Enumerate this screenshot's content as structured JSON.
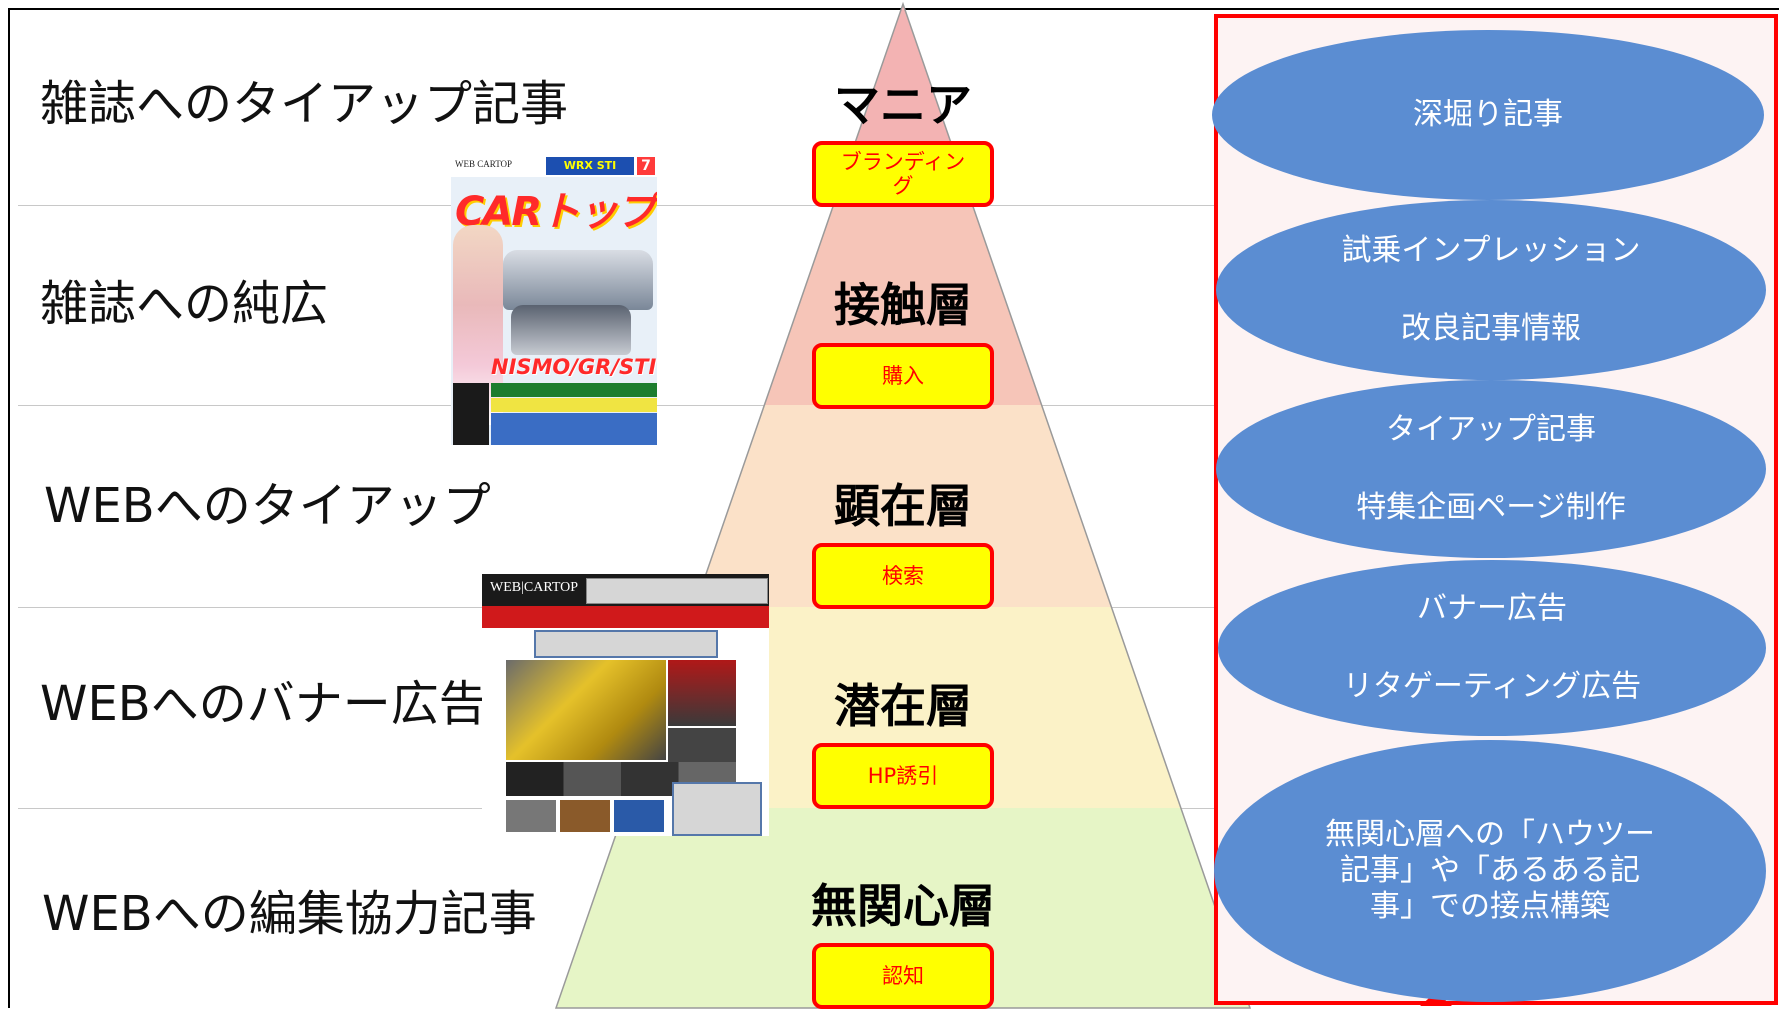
{
  "left_labels": [
    "雑誌へのタイアップ記事",
    "雑誌への純広",
    "WEBへのタイアップ",
    "WEBへのバナー広告",
    "WEBへの編集協力記事"
  ],
  "pyramid": {
    "layers": [
      {
        "title": "マニア",
        "tag": "ブランディング",
        "fill": "#f3b3b3"
      },
      {
        "title": "接触層",
        "tag": "購入",
        "fill": "#f6c5b8"
      },
      {
        "title": "顕在層",
        "tag": "検索",
        "fill": "#fbe1c8"
      },
      {
        "title": "潜在層",
        "tag": "HP誘引",
        "fill": "#fbf2c7"
      },
      {
        "title": "無関心層",
        "tag": "認知",
        "fill": "#e6f5c6"
      }
    ]
  },
  "ovals": [
    {
      "lines": [
        "深堀り記事"
      ]
    },
    {
      "lines": [
        "試乗インプレッション",
        "改良記事情報"
      ]
    },
    {
      "lines": [
        "タイアップ記事",
        "特集企画ページ制作"
      ]
    },
    {
      "lines": [
        "バナー広告",
        "リタゲーティング広告"
      ]
    },
    {
      "lines": [
        "無関心層への「ハウツー",
        "記事」や「あるある記",
        "事」での接点構築"
      ]
    }
  ],
  "magazine": {
    "logo": "WEB CARTOP",
    "headline": "WRX STI",
    "issue": "7",
    "title": "CARトップ",
    "banner": "NISMO/GR/STI"
  },
  "web_page": {
    "logo": "WEB|CARTOP"
  },
  "colors": {
    "accent_red": "#ff0000",
    "tag_yellow": "#ffff00",
    "oval_blue": "#5b8dd2"
  }
}
